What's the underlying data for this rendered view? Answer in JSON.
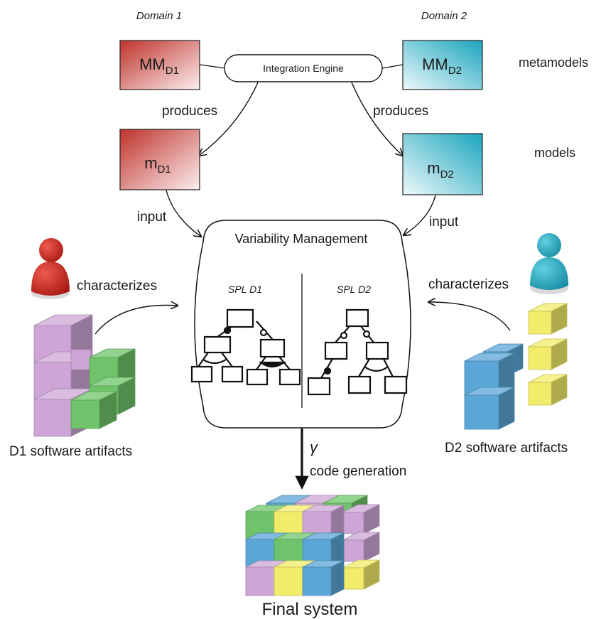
{
  "domains": {
    "d1": "Domain 1",
    "d2": "Domain 2"
  },
  "metamodels": {
    "d1": {
      "main": "MM",
      "sub": "D1"
    },
    "d2": {
      "main": "MM",
      "sub": "D2"
    },
    "row_label": "metamodels"
  },
  "integration_engine": "Integration Engine",
  "edges": {
    "produces_left": "produces",
    "produces_right": "produces",
    "input_left": "input",
    "input_right": "input",
    "characterizes_left": "characterizes",
    "characterizes_right": "characterizes",
    "gamma": "γ",
    "code_generation": "code generation"
  },
  "models": {
    "d1": {
      "main": "m",
      "sub": "D1"
    },
    "d2": {
      "main": "m",
      "sub": "D2"
    },
    "row_label": "models"
  },
  "variability": {
    "title": "Variability Management",
    "spl_d1": "SPL D1",
    "spl_d2": "SPL D2"
  },
  "artifacts": {
    "d1": "D1 software artifacts",
    "d2": "D2 software artifacts"
  },
  "final_system": "Final system",
  "colors": {
    "d1_red": "#c0322b",
    "d2_teal": "#1fa9bf",
    "purple": "#cda6d7",
    "green": "#6fc46b",
    "blue": "#5aa6d6",
    "yellow": "#f3ec6a"
  }
}
